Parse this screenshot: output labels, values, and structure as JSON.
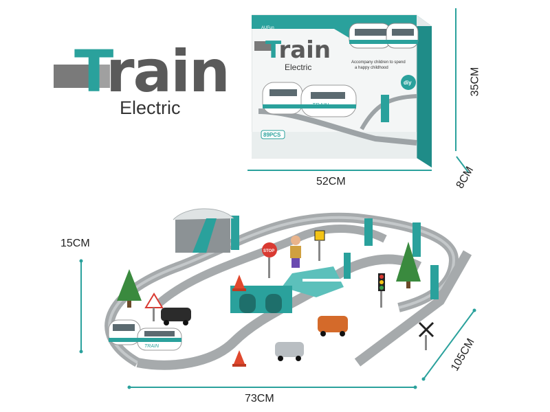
{
  "hero": {
    "title_first_letter": "T",
    "title_rest": "rain",
    "subtitle": "Electric"
  },
  "box": {
    "brand": "AUFun",
    "title_first_letter": "T",
    "title_rest": "rain",
    "subtitle": "Electric",
    "slogan_line1": "Accompany children to spend",
    "slogan_line2": "a happy childhood",
    "badge": "diy",
    "pieces": "89PCS",
    "train_label": "TRAIN"
  },
  "dimensions": {
    "box_height": "35CM",
    "box_width": "52CM",
    "box_depth": "8CM",
    "track_height": "15CM",
    "track_width": "73CM",
    "track_depth": "105CM"
  },
  "scene": {
    "stop_sign": "STOP",
    "train_label": "TRAIN"
  },
  "colors": {
    "teal": "#2aa19c",
    "track_gray": "#a6aaac",
    "dark_gray": "#5a5a5a"
  }
}
